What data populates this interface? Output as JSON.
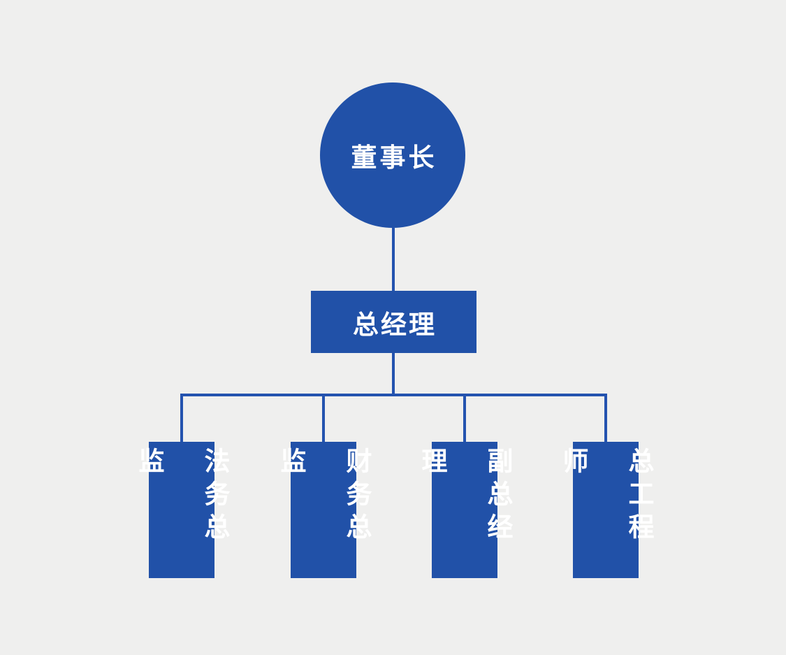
{
  "colors": {
    "background": "#efefee",
    "node_fill": "#2151a8",
    "connector": "#2453af",
    "node_text": "#ffffff"
  },
  "org_chart": {
    "type": "org-tree",
    "root": {
      "label": "董事长",
      "shape": "circle"
    },
    "level2": {
      "label": "总经理",
      "shape": "rectangle"
    },
    "level3": [
      {
        "label": "法务总监"
      },
      {
        "label": "财务总监"
      },
      {
        "label": "副总经理"
      },
      {
        "label": "总工程师"
      }
    ]
  }
}
